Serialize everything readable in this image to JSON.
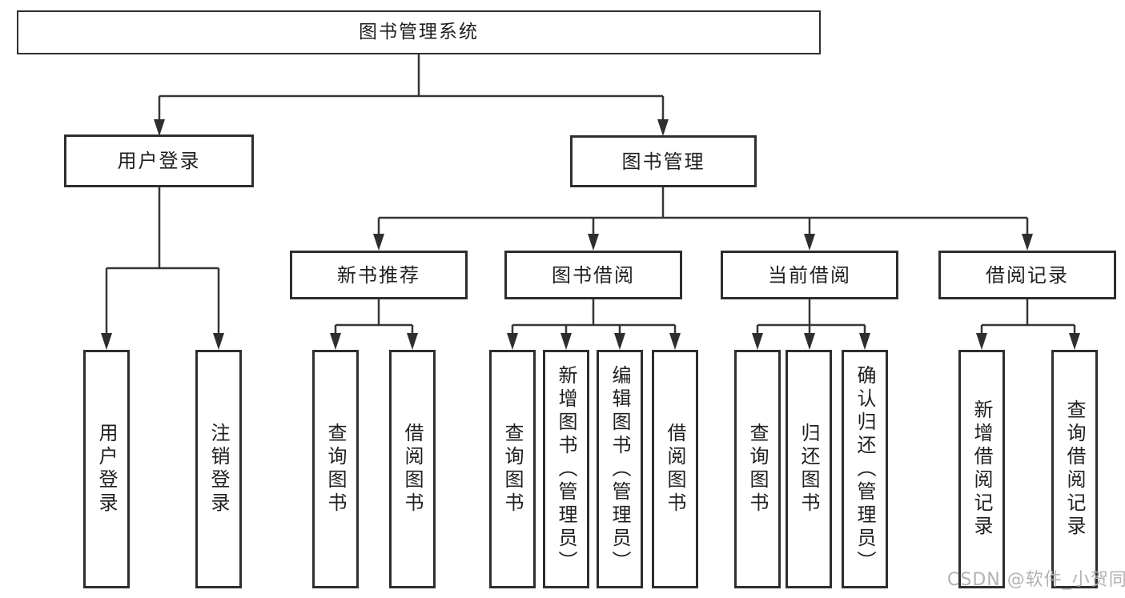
{
  "tree": {
    "label": "图书管理系统",
    "children": [
      {
        "label": "用户登录",
        "children": [
          {
            "label": "用户登录"
          },
          {
            "label": "注销登录"
          }
        ]
      },
      {
        "label": "图书管理",
        "children": [
          {
            "label": "新书推荐",
            "children": [
              {
                "label": "查询图书"
              },
              {
                "label": "借阅图书"
              }
            ]
          },
          {
            "label": "图书借阅",
            "children": [
              {
                "label": "查询图书"
              },
              {
                "label": "新增图书（管理员）"
              },
              {
                "label": "编辑图书（管理员）"
              },
              {
                "label": "借阅图书"
              }
            ]
          },
          {
            "label": "当前借阅",
            "children": [
              {
                "label": "查询图书"
              },
              {
                "label": "归还图书"
              },
              {
                "label": "确认归还（管理员）"
              }
            ]
          },
          {
            "label": "借阅记录",
            "children": [
              {
                "label": "新增借阅记录"
              },
              {
                "label": "查询借阅记录"
              }
            ]
          }
        ]
      }
    ]
  },
  "watermark": {
    "text": "CSDN @软件_小贺同学"
  },
  "colors": {
    "connector": "#363636",
    "arrowhead": "#2e2e2e",
    "node_border": "#2e2e2e",
    "node_text": "#1f1f1f",
    "node_background": "#ffffff",
    "canvas_background": "#ffffff",
    "watermark": "#b6b1b1"
  }
}
